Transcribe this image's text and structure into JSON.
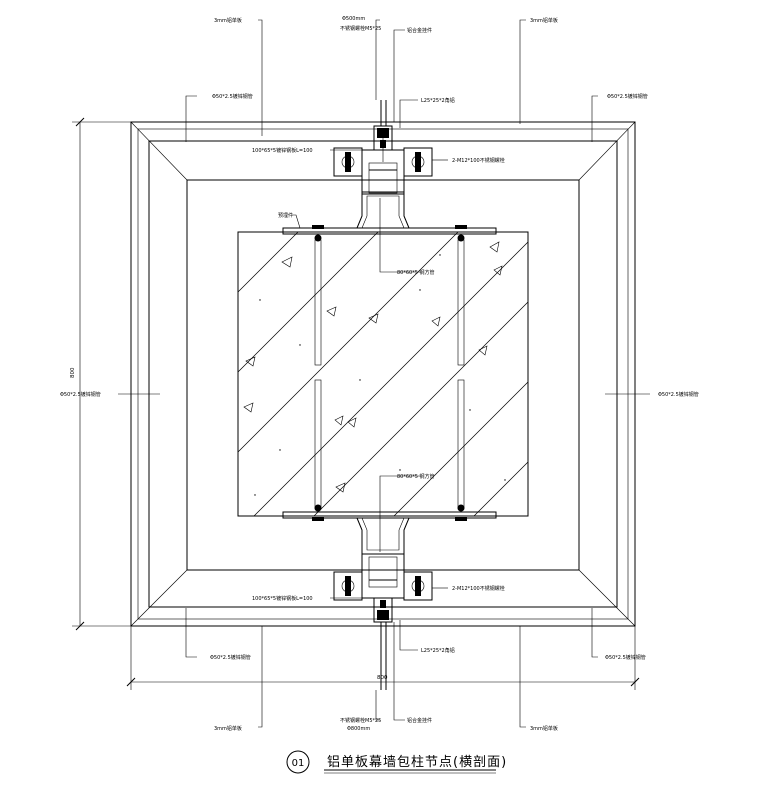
{
  "labels": {
    "top_left_panel": "3mm铝单板",
    "top_center_dim": "Φ500mm",
    "top_center_screw": "不锈钢螺栓M5*25",
    "top_center_right": "铝合金挂件",
    "top_right_panel": "3mm铝单板",
    "upper_left_tube": "Φ50*2.5镀锌钢管",
    "upper_right_tube": "Φ50*2.5镀锌钢管",
    "upper_angle": "L25*25*2角铝",
    "upper_embed": "100*65*5镀锌钢板L=100",
    "upper_bolt": "2-M12*100不锈钢螺栓",
    "embed_plate": "预埋件",
    "upper_mid_tube": "80*60*5 钢方管",
    "left_dim": "800",
    "left_mid_tube": "Φ50*2.5镀锌钢管",
    "right_mid_tube": "Φ50*2.5镀锌钢管",
    "lower_mid_tube": "80*60*5 钢方管",
    "lower_bolt": "2-M12*100不锈钢螺栓",
    "lower_embed": "100*65*5镀锌钢板L=100",
    "lower_left_tube": "Φ50*2.5镀锌钢管",
    "lower_angle": "L25*25*2角铝",
    "lower_right_tube": "Φ50*2.5镀锌钢管",
    "bottom_dim": "800",
    "bottom_left_panel": "3mm铝单板",
    "bottom_center_screw": "不锈钢螺栓M5*25",
    "bottom_center_dim": "Φ800mm",
    "bottom_center_right": "铝合金挂件",
    "bottom_right_panel": "3mm铝单板"
  },
  "title": {
    "number": "01",
    "text": "铝单板幕墙包柱节点(横剖面)"
  }
}
